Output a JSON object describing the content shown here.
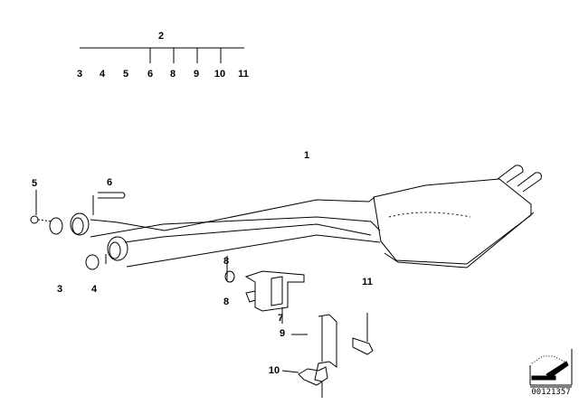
{
  "header_group": {
    "label": "2",
    "items": [
      "3",
      "4",
      "5",
      "6",
      "8",
      "9",
      "10",
      "11"
    ]
  },
  "callouts": {
    "muffler": "1",
    "nut": "5",
    "bolt": "6",
    "gasket_a": "3",
    "gasket_b": "4",
    "rubber_mount_top": "8",
    "rubber_mount_bottom": "8",
    "bracket": "7",
    "hanger_bolt": "11",
    "hanger": "9",
    "clamp": "10"
  },
  "diagram_code": "00121357",
  "colors": {
    "line": "#000000",
    "background": "#ffffff"
  }
}
